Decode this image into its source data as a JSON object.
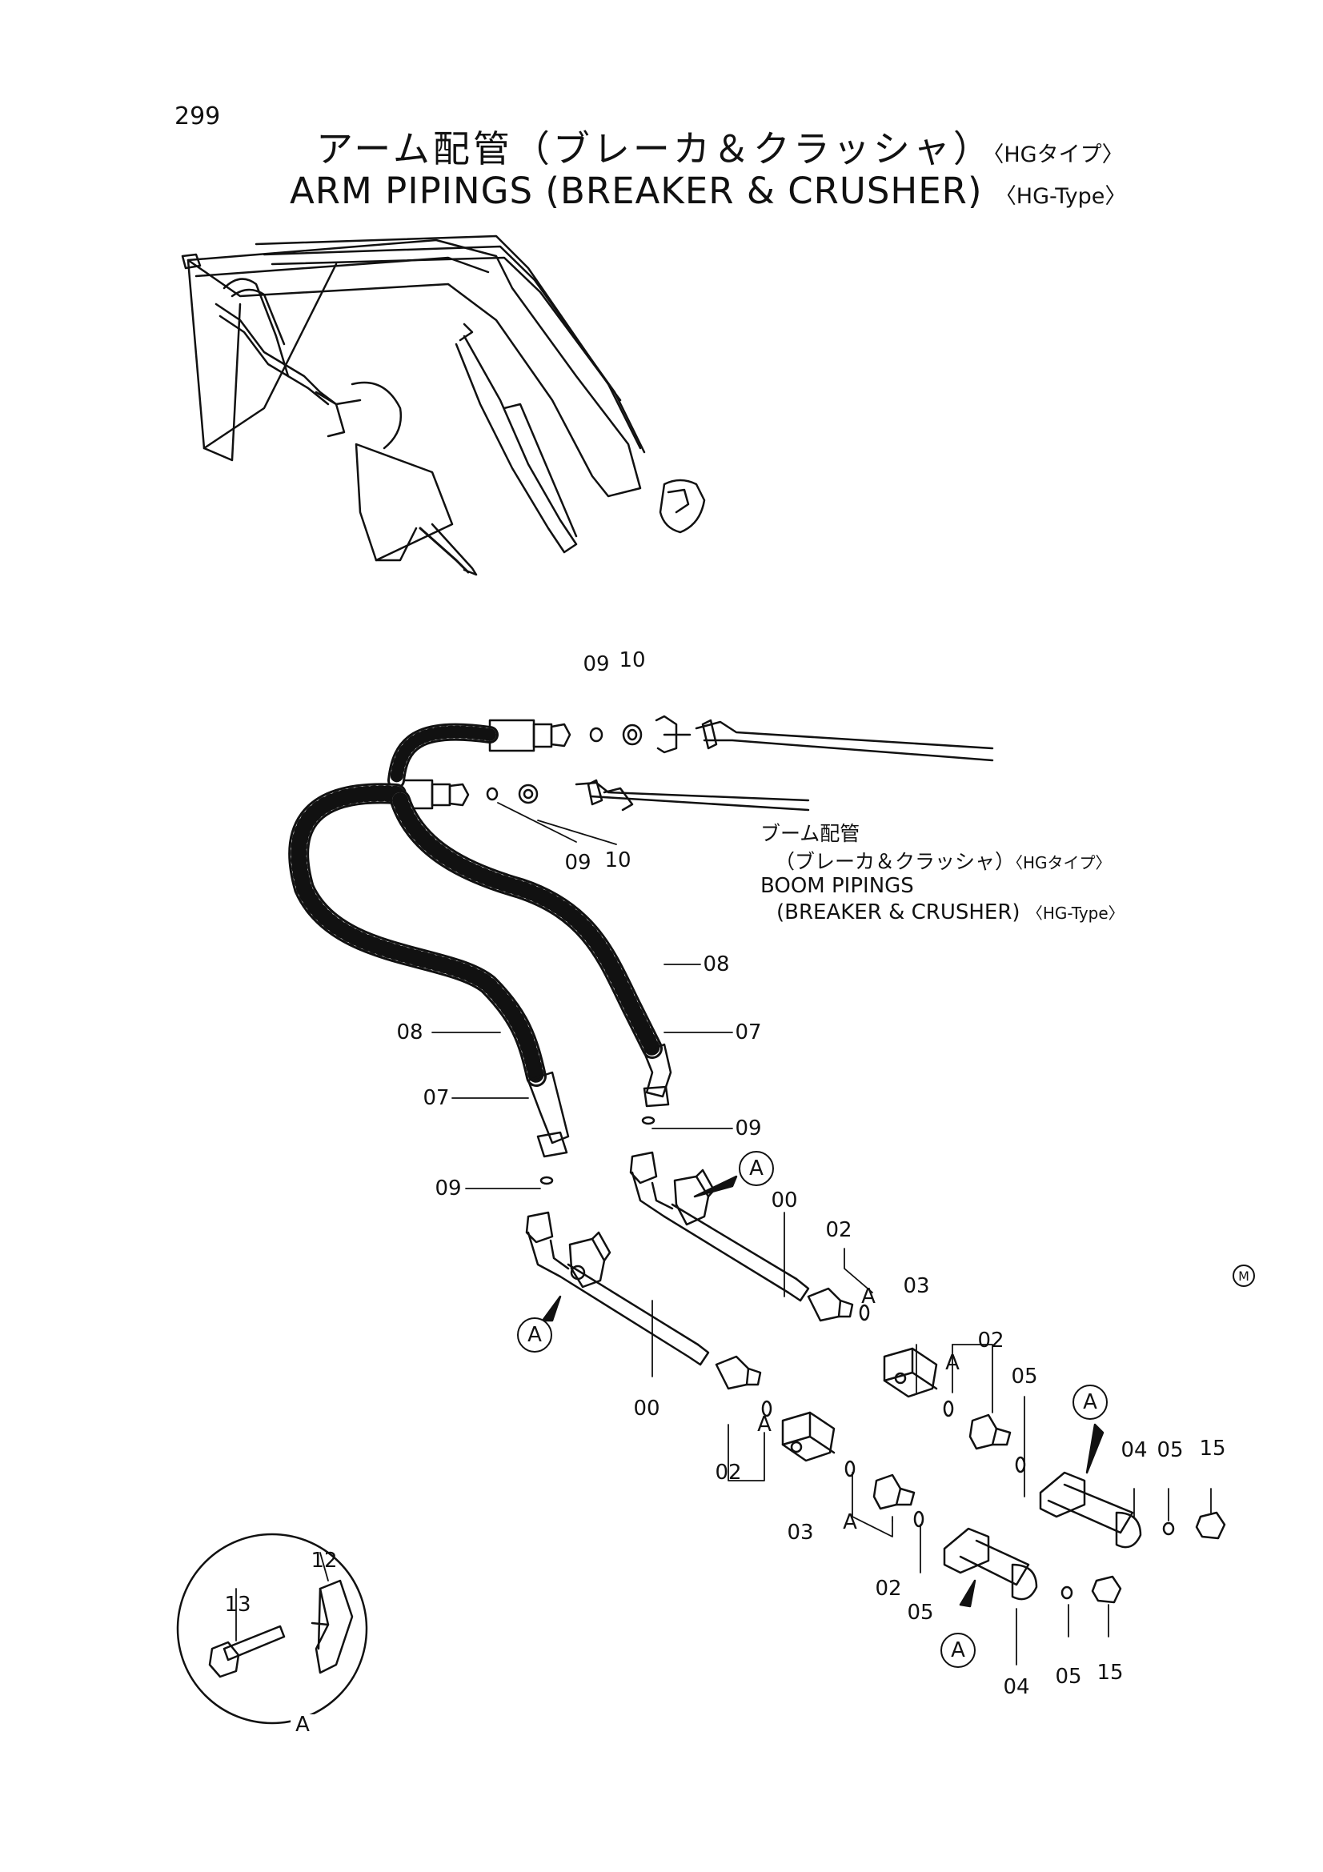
{
  "page": {
    "number": "299"
  },
  "title": {
    "jp": "アーム配管（ブレーカ＆クラッシャ）",
    "jp_type": "〈HGタイプ〉",
    "en": "ARM PIPINGS (BREAKER & CRUSHER)",
    "en_type": "〈HG-Type〉"
  },
  "reference": {
    "jp_line1": "ブーム配管",
    "jp_line2": "（ブレーカ＆クラッシャ）",
    "jp_type": "〈HGタイプ〉",
    "en_line1": "BOOM PIPINGS",
    "en_line2": "(BREAKER & CRUSHER)",
    "en_type": "〈HG-Type〉"
  },
  "callouts": [
    "09",
    "10",
    "09",
    "10",
    "08",
    "07",
    "08",
    "07",
    "09",
    "09",
    "00",
    "00",
    "02",
    "03",
    "02",
    "05",
    "02",
    "03",
    "02",
    "05",
    "04",
    "05",
    "15",
    "04",
    "05",
    "15",
    "12",
    "13"
  ],
  "detail": {
    "label": "A"
  },
  "view_bubbles": [
    "A",
    "A",
    "A",
    "A"
  ],
  "view_letters": [
    "A",
    "A",
    "A",
    "A"
  ],
  "mark": "M"
}
